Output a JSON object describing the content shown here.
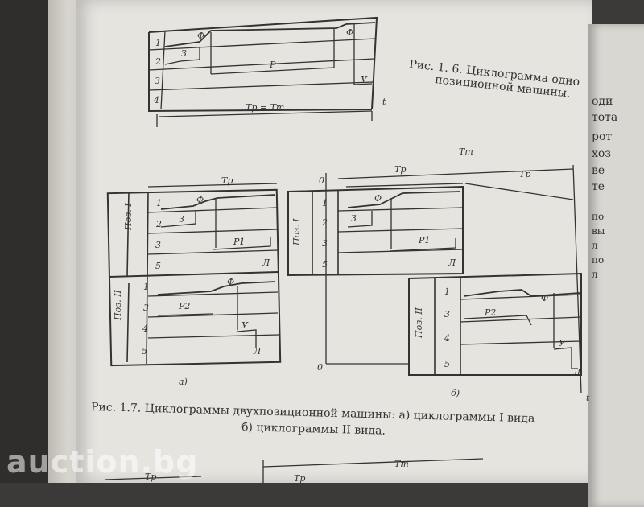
{
  "fig16": {
    "caption_line1": "Рис. 1. 6. Циклограмма одно",
    "caption_line2": "позиционной машины.",
    "rows": [
      "1",
      "2",
      "3",
      "4"
    ],
    "labels": {
      "phi": "Ф",
      "z": "З",
      "p": "Р",
      "u": "У",
      "t": "t",
      "span": "Tр = Tт"
    }
  },
  "fig17a": {
    "top_span": "Tр",
    "pos1_label": "Поз. I",
    "pos2_label": "Поз. II",
    "pos1_rows": [
      "1",
      "2",
      "3",
      "5"
    ],
    "pos2_rows": [
      "1",
      "3",
      "4",
      "5"
    ],
    "labels1": {
      "phi": "Ф",
      "z": "З",
      "p": "Р1",
      "l": "Л"
    },
    "labels2": {
      "phi": "Ф",
      "p": "Р2",
      "u": "У",
      "l": "Л"
    },
    "sub": "а)"
  },
  "fig17b": {
    "top_span": "Tт",
    "span1": "Tр",
    "span2": "Tр",
    "zero_top": "0",
    "zero_bottom": "0",
    "pos1_label": "Поз. I",
    "pos2_label": "Поз. II",
    "pos1_rows": [
      "1",
      "2",
      "3",
      "5"
    ],
    "pos2_rows": [
      "1",
      "3",
      "4",
      "5"
    ],
    "labels1": {
      "phi": "Ф",
      "z": "З",
      "p": "Р1",
      "l": "Л"
    },
    "labels2": {
      "phi": "Ф",
      "p": "Р2",
      "u": "У",
      "l": "Л"
    },
    "t": "t",
    "sub": "б)"
  },
  "caption17": {
    "line1": "Рис. 1.7. Циклограммы двухпозиционной машины: а) циклограммы I вида",
    "line2": "б) циклограммы II вида."
  },
  "fig18_partial": {
    "tt": "Tт",
    "tp1": "Tр",
    "tp2": "Tр"
  },
  "right_page_fragments": [
    "оди",
    "тота",
    "рот",
    "хоз",
    "ве",
    "те",
    "по",
    "вы",
    "л",
    "по",
    "л"
  ],
  "watermark": "auction.bg"
}
